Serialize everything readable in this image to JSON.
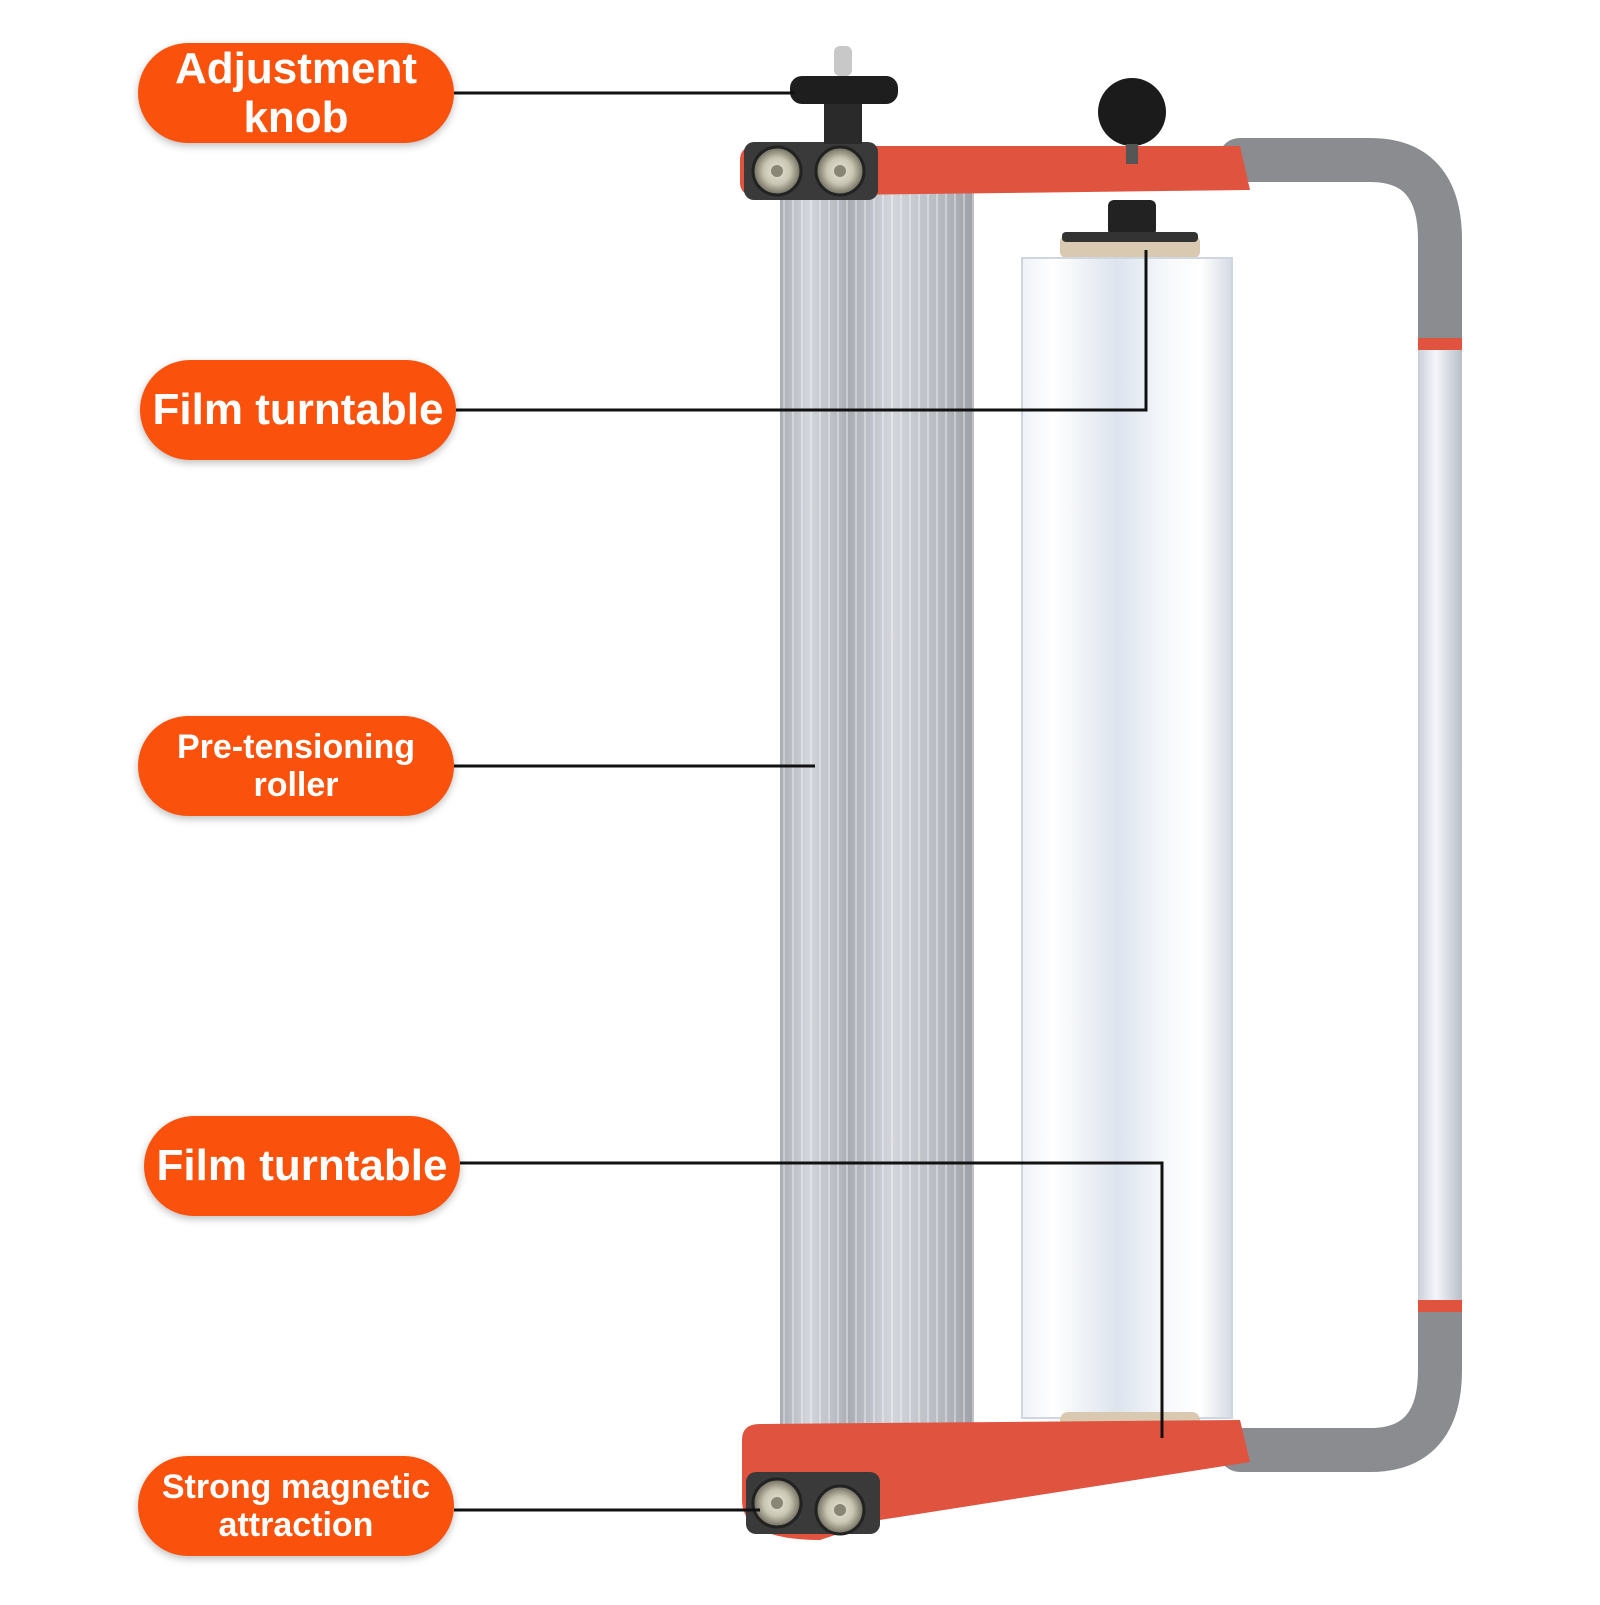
{
  "labels": {
    "adjustment_knob": "Adjustment\nknob",
    "film_turntable_top": "Film turntable",
    "pre_tensioning_roller": "Pre-tensioning\nroller",
    "film_turntable_bottom": "Film turntable",
    "strong_magnetic_attraction": "Strong magnetic\nattraction"
  },
  "colors": {
    "label_fill": "#fa520c",
    "frame_red": "#e0533f",
    "frame_grey": "#8a8c90"
  }
}
